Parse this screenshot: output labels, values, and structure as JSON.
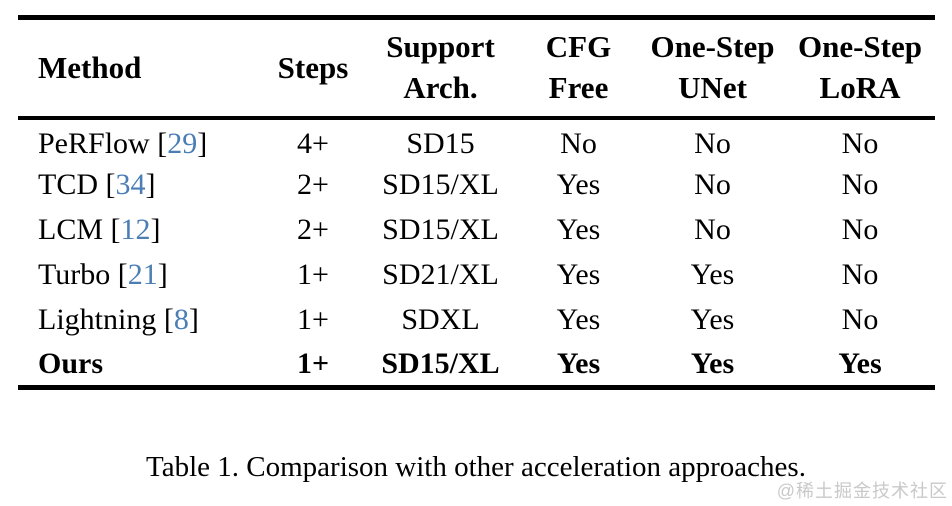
{
  "table": {
    "headers": [
      {
        "id": "method",
        "line1": "Method",
        "line2": ""
      },
      {
        "id": "steps",
        "line1": "Steps",
        "line2": ""
      },
      {
        "id": "support-arch",
        "line1": "Support",
        "line2": "Arch."
      },
      {
        "id": "cfg-free",
        "line1": "CFG",
        "line2": "Free"
      },
      {
        "id": "one-step-unet",
        "line1": "One-Step",
        "line2": "UNet"
      },
      {
        "id": "one-step-lora",
        "line1": "One-Step",
        "line2": "LoRA"
      }
    ],
    "rows": [
      {
        "method": "PeRFlow",
        "bracket_open": "[",
        "cite": "29",
        "bracket_close": "]",
        "steps": "4+",
        "arch": "SD15",
        "cfg_free": "No",
        "onestep_unet": "No",
        "onestep_lora": "No",
        "bold": false
      },
      {
        "method": "TCD",
        "bracket_open": "[",
        "cite": "34",
        "bracket_close": "]",
        "steps": "2+",
        "arch": "SD15/XL",
        "cfg_free": "Yes",
        "onestep_unet": "No",
        "onestep_lora": "No",
        "bold": false
      },
      {
        "method": "LCM",
        "bracket_open": "[",
        "cite": "12",
        "bracket_close": "]",
        "steps": "2+",
        "arch": "SD15/XL",
        "cfg_free": "Yes",
        "onestep_unet": "No",
        "onestep_lora": "No",
        "bold": false
      },
      {
        "method": "Turbo",
        "bracket_open": "[",
        "cite": "21",
        "bracket_close": "]",
        "steps": "1+",
        "arch": "SD21/XL",
        "cfg_free": "Yes",
        "onestep_unet": "Yes",
        "onestep_lora": "No",
        "bold": false
      },
      {
        "method": "Lightning",
        "bracket_open": "[",
        "cite": "8",
        "bracket_close": "]",
        "steps": "1+",
        "arch": "SDXL",
        "cfg_free": "Yes",
        "onestep_unet": "Yes",
        "onestep_lora": "No",
        "bold": false
      },
      {
        "method": "Ours",
        "bracket_open": "",
        "cite": "",
        "bracket_close": "",
        "steps": "1+",
        "arch": "SD15/XL",
        "cfg_free": "Yes",
        "onestep_unet": "Yes",
        "onestep_lora": "Yes",
        "bold": true
      }
    ],
    "cell_keys": [
      "steps",
      "arch",
      "cfg_free",
      "onestep_unet",
      "onestep_lora"
    ]
  },
  "caption": "Table 1. Comparison with other acceleration approaches.",
  "watermark": "@稀土掘金技术社区",
  "colors": {
    "text": "#000000",
    "rule": "#000000",
    "citation_link": "#4a7eb5",
    "watermark": "#c9c9c9",
    "background": "#ffffff"
  }
}
